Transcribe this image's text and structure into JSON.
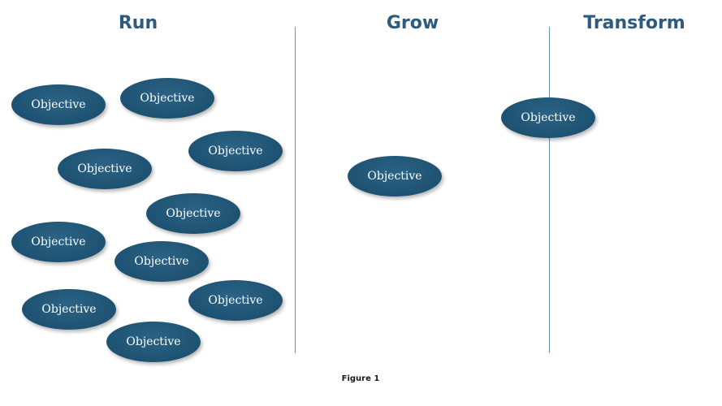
{
  "columns": {
    "run": "Run",
    "grow": "Grow",
    "transform": "Transform"
  },
  "objectives": {
    "run": [
      "Objective",
      "Objective",
      "Objective",
      "Objective",
      "Objective",
      "Objective",
      "Objective",
      "Objective",
      "Objective",
      "Objective"
    ],
    "grow": [
      "Objective"
    ],
    "transform": [
      "Objective"
    ]
  },
  "caption": "Figure 1",
  "colors": {
    "heading": "#2e5a7d",
    "objective_fill": "#1f5474",
    "divider": "#6f93ad"
  }
}
